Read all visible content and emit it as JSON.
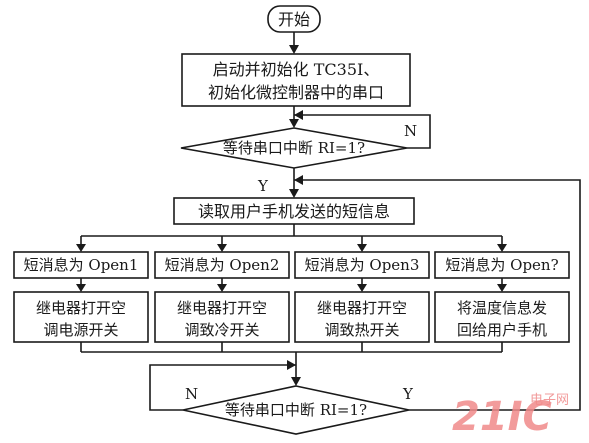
{
  "flowchart": {
    "start": "开始",
    "init": [
      "启动并初始化 TC35I、",
      "初始化微控制器中的串口"
    ],
    "wait_top": "等待串口中断 RI=1?",
    "no_label": "N",
    "yes_label": "Y",
    "read": "读取用户手机发送的短信息",
    "checks": [
      "短消息为 Open1",
      "短消息为 Open2",
      "短消息为 Open3",
      "短消息为 Open?"
    ],
    "actions": [
      [
        "继电器打开空",
        "调电源开关"
      ],
      [
        "继电器打开空",
        "调致冷开关"
      ],
      [
        "继电器打开空",
        "调致热开关"
      ],
      [
        "将温度信息发",
        "回给用户手机"
      ]
    ],
    "wait_bottom": "等待串口中断 RI=1?",
    "bottom_no_label": "N",
    "bottom_yes_label": "Y"
  },
  "watermark": {
    "logo": "21IC",
    "site": "电子网"
  }
}
